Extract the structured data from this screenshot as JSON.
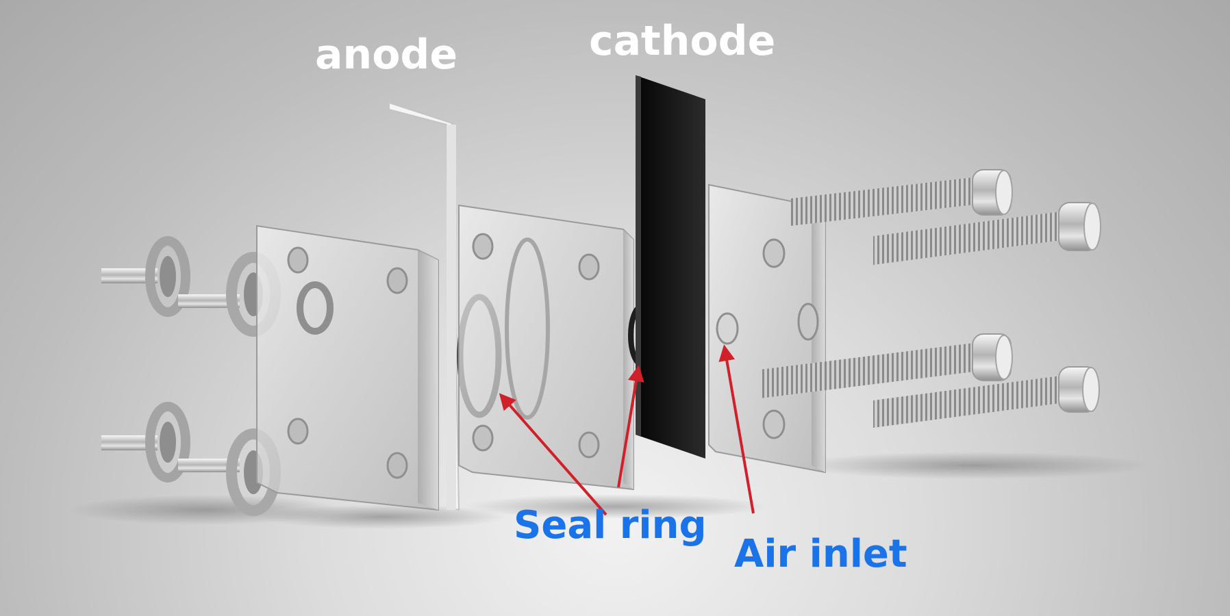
{
  "labels": {
    "anode": "anode",
    "cathode": "cathode",
    "seal_ring": "Seal ring",
    "air_inlet": "Air inlet"
  },
  "colors": {
    "annotation_text": "#1a73e8",
    "pointer_arrow": "#d0202a",
    "header_text": "#ffffff",
    "cathode_sheet": "#151515",
    "seal_ring": "#1e1e1e"
  }
}
